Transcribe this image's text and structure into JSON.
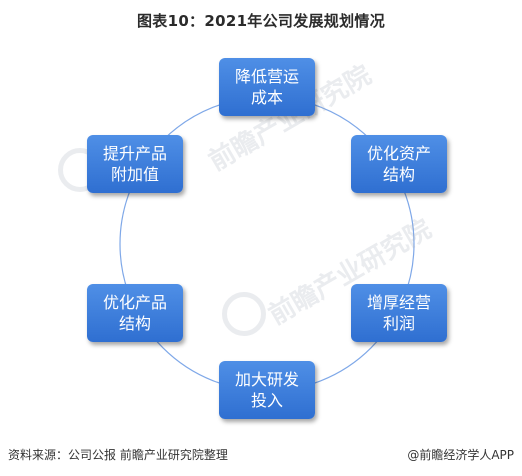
{
  "title": "图表10：2021年公司发展规划情况",
  "nodes": [
    {
      "id": "n1",
      "text": "降低营运\n成本"
    },
    {
      "id": "n2",
      "text": "优化资产\n结构"
    },
    {
      "id": "n3",
      "text": "增厚经营\n利润"
    },
    {
      "id": "n4",
      "text": "加大研发\n投入"
    },
    {
      "id": "n5",
      "text": "优化产品\n结构"
    },
    {
      "id": "n6",
      "text": "提升产品\n附加值"
    }
  ],
  "watermark": {
    "text": "前瞻产业研究院"
  },
  "footer": {
    "source": "资料来源：公司公报 前瞻产业研究院整理",
    "brand": "@前瞻经济学人APP"
  },
  "colors": {
    "box": "#3b7de0",
    "ring": "#7fa8e8"
  }
}
